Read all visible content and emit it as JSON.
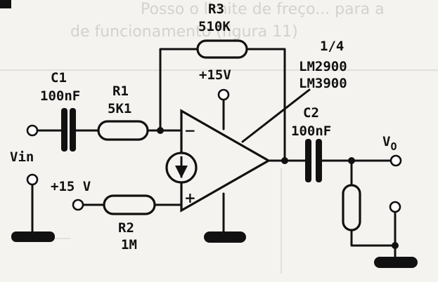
{
  "bleed_text": {
    "line1": "Posso o limite de freço... para a",
    "line2": "de funcionamento (figura 11)"
  },
  "components": {
    "r3": {
      "ref": "R3",
      "value": "510K"
    },
    "r1": {
      "ref": "R1",
      "value": "5K1"
    },
    "r2": {
      "ref": "R2",
      "value": "1M"
    },
    "c1": {
      "ref": "C1",
      "value": "100nF"
    },
    "c2": {
      "ref": "C2",
      "value": "100nF"
    }
  },
  "opamp": {
    "fraction": "1/4",
    "part1": "LM2900",
    "part2": "LM3900",
    "inv_sign": "−",
    "noninv_sign": "+"
  },
  "supply": {
    "top": "+15V",
    "bias": "+15 V"
  },
  "io": {
    "input": "Vin",
    "output_main": "V",
    "output_sub": "O"
  }
}
